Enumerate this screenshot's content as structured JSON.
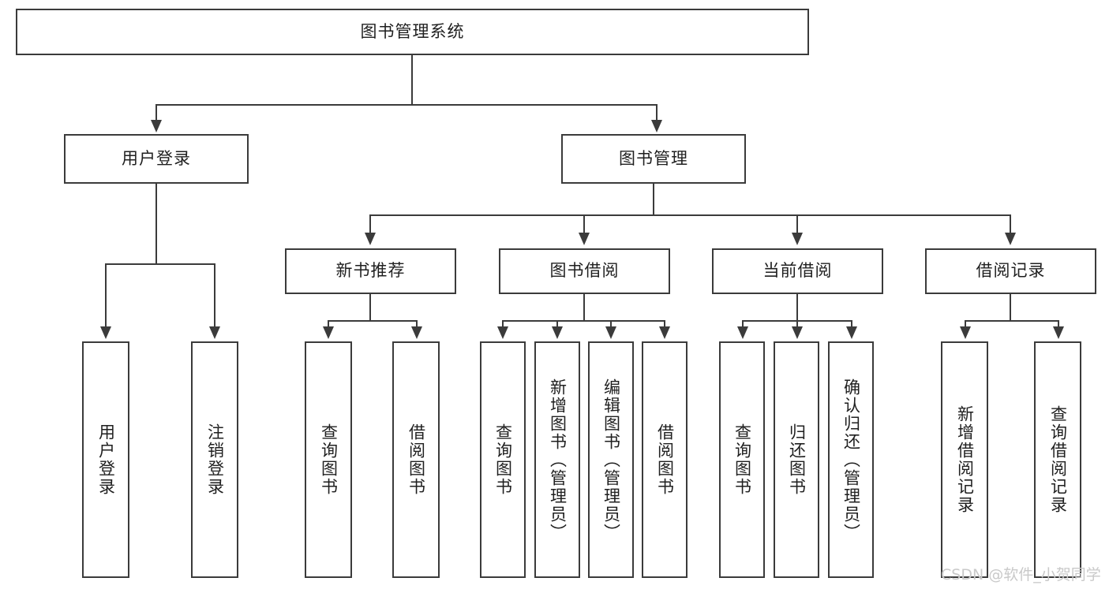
{
  "diagram": {
    "title": "图书管理系统",
    "type": "tree-hierarchy-diagram",
    "colors": {
      "stroke": "#3b3b3b",
      "fill": "#ffffff",
      "text": "#1f1f1f",
      "watermark": "#c9c9c9"
    },
    "root": {
      "label": "图书管理系统"
    },
    "level2": [
      {
        "label": "用户登录"
      },
      {
        "label": "图书管理"
      }
    ],
    "level3": [
      {
        "label": "新书推荐"
      },
      {
        "label": "图书借阅"
      },
      {
        "label": "当前借阅"
      },
      {
        "label": "借阅记录"
      }
    ],
    "leaves": {
      "user_login": [
        {
          "label": "用户登录"
        },
        {
          "label": "注销登录"
        }
      ],
      "new_book_recommend": [
        {
          "label": "查询图书"
        },
        {
          "label": "借阅图书"
        }
      ],
      "book_borrow": [
        {
          "label": "查询图书"
        },
        {
          "label": "新增图书（管理员）"
        },
        {
          "label": "编辑图书（管理员）"
        },
        {
          "label": "借阅图书"
        }
      ],
      "current_borrow": [
        {
          "label": "查询图书"
        },
        {
          "label": "归还图书"
        },
        {
          "label": "确认归还（管理员）"
        }
      ],
      "borrow_record": [
        {
          "label": "新增借阅记录"
        },
        {
          "label": "查询借阅记录"
        }
      ]
    }
  },
  "watermark": {
    "text": "CSDN @软件_小贺同学"
  }
}
